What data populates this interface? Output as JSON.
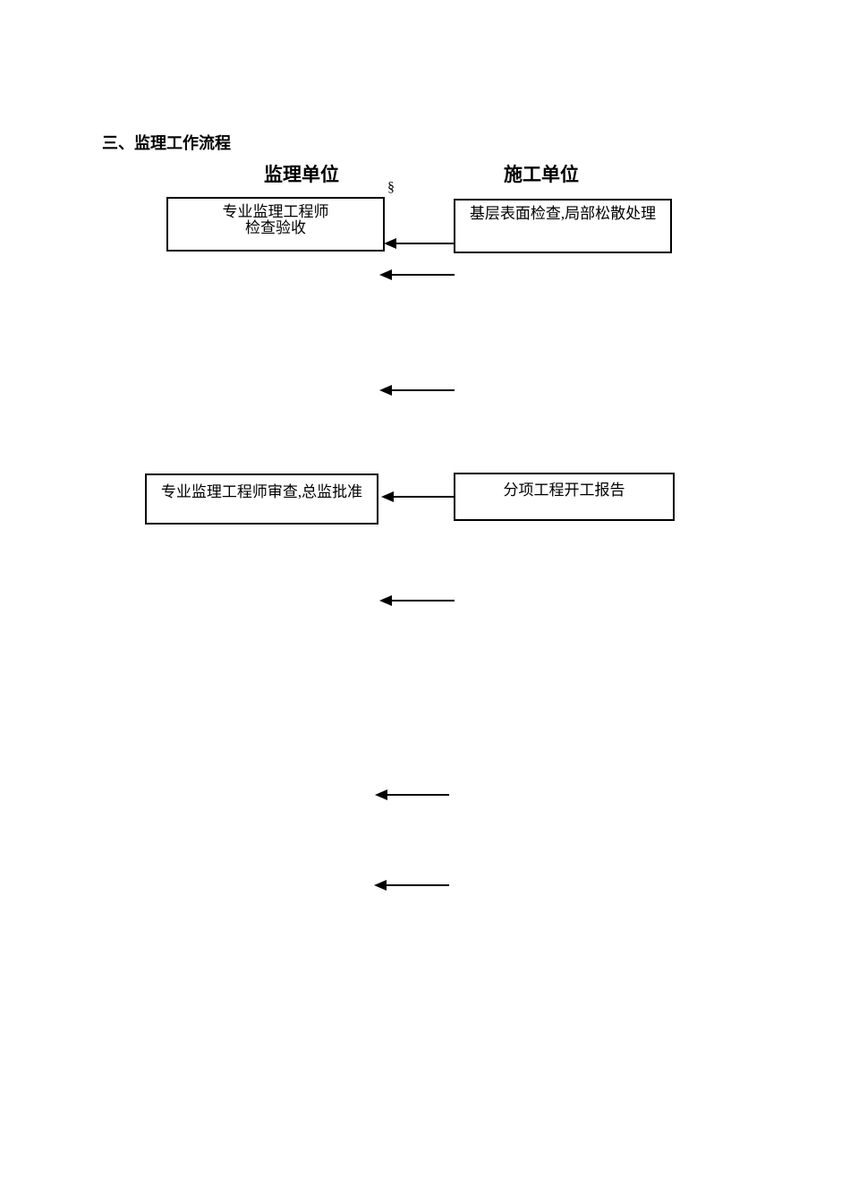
{
  "document": {
    "heading": "三、监理工作流程",
    "section_symbol": "§",
    "columns": {
      "left": "监理单位",
      "right": "施工单位"
    },
    "flowchart": {
      "boxes": [
        {
          "name": "supervision-inspection",
          "line1": "专业监理工程师",
          "line2": "检查验收"
        },
        {
          "name": "base-surface-check",
          "text": "基层表面检查,局部松散处理"
        },
        {
          "name": "engineer-review-approval",
          "text": "专业监理工程师审查,总监批准"
        },
        {
          "name": "commencement-report",
          "text": "分项工程开工报告"
        }
      ],
      "arrow_direction": "left",
      "arrow_count": 7
    },
    "colors": {
      "background": "#ffffff",
      "text": "#000000",
      "box_border": "#000000",
      "arrow": "#000000"
    }
  }
}
